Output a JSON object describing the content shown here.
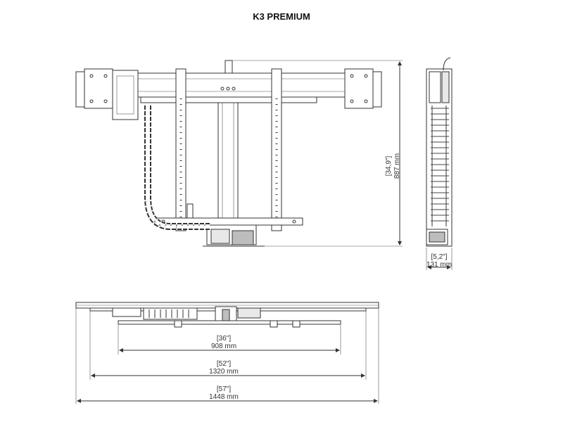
{
  "title": "K3 PREMIUM",
  "dimensions": {
    "height_in": "[34,9\"]",
    "height_mm": "887 mm",
    "depth_in": "[5,2\"]",
    "depth_mm": "131 mm",
    "width1_in": "[36\"]",
    "width1_mm": "908 mm",
    "width2_in": "[52\"]",
    "width2_mm": "1320 mm",
    "width3_in": "[57\"]",
    "width3_mm": "1448 mm"
  }
}
